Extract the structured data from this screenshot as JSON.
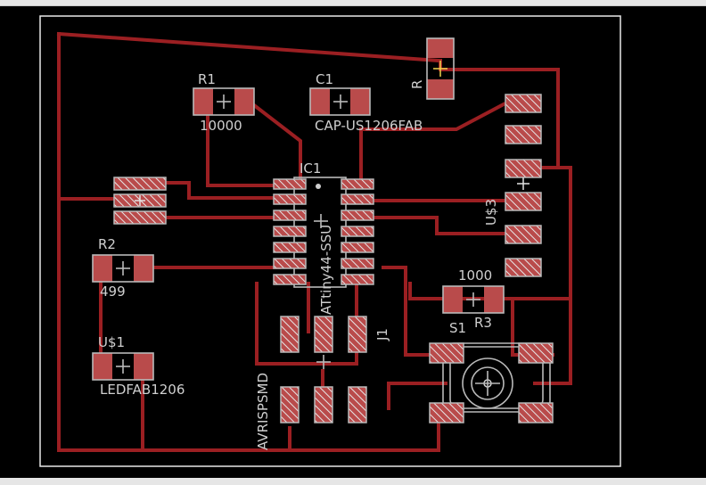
{
  "board": {
    "labels": {
      "r1": "R1",
      "r1_value": "10000",
      "c1": "C1",
      "c1_value": "CAP-US1206FAB",
      "ic1": "IC1",
      "ic1_value": "ATtiny44-SSU",
      "r2": "R2",
      "r2_value": "499",
      "us1": "U$1",
      "us1_value": "LEDFAB1206",
      "us3": "U$3",
      "r3": "R3",
      "r3_value": "1000",
      "s1": "S1",
      "j1": "J1",
      "j1_value": "AVRISPSMD",
      "r_top": "R"
    }
  }
}
